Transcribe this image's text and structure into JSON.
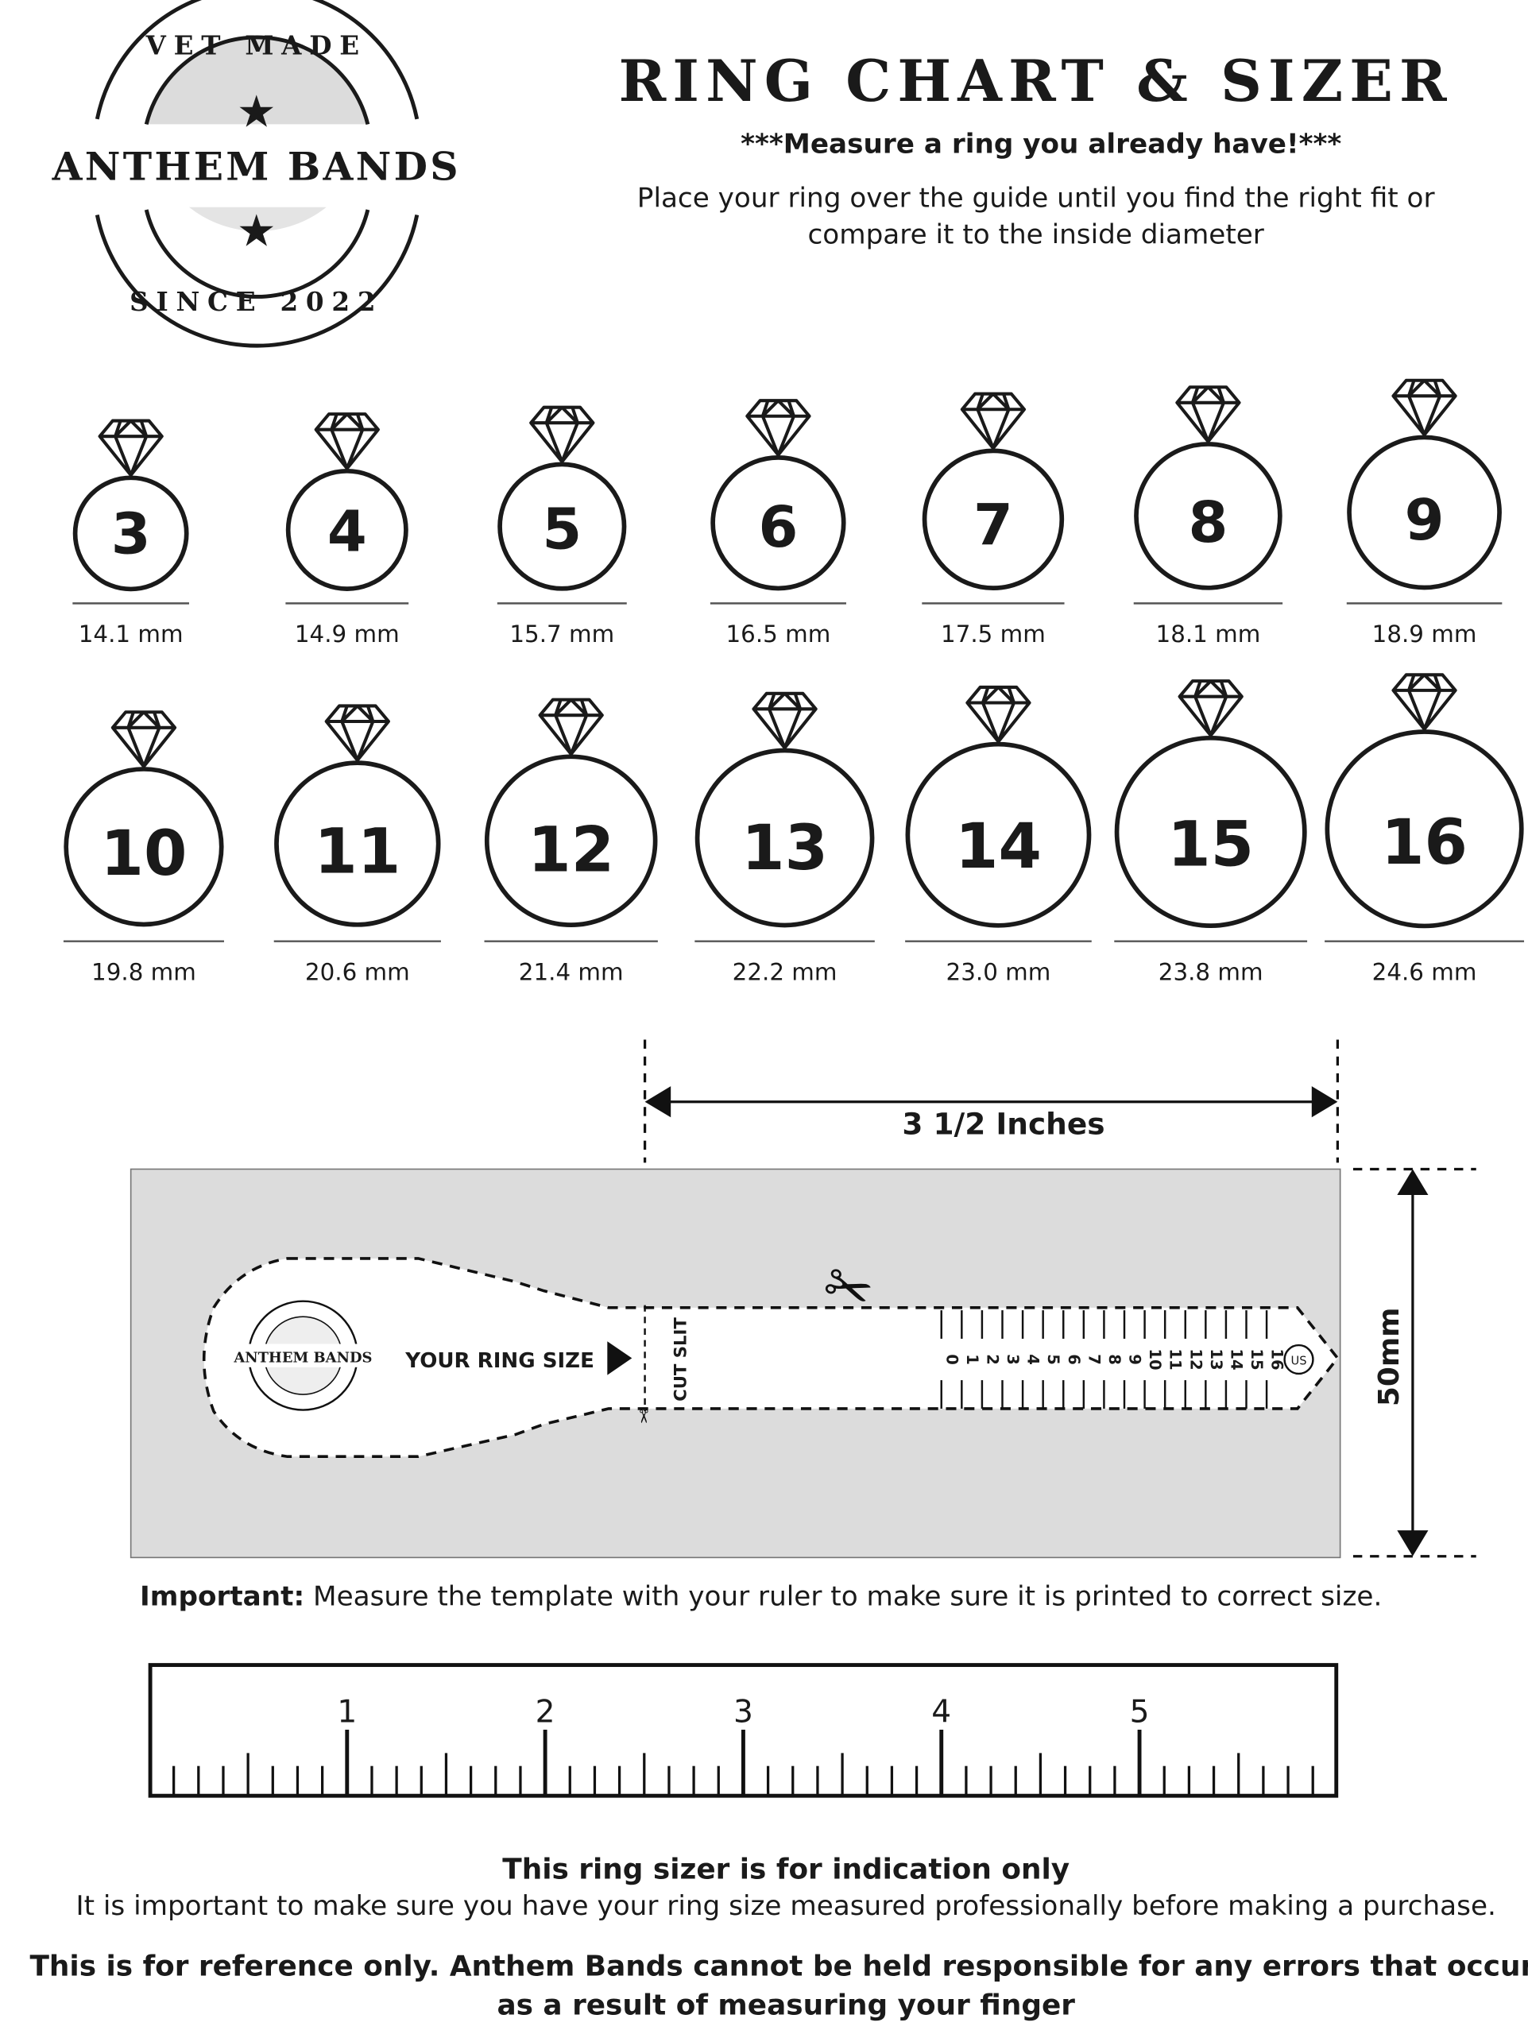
{
  "logo": {
    "top_text": "VET MADE",
    "name": "ANTHEM BANDS",
    "bottom_text": "SINCE 2022"
  },
  "header": {
    "title": "RING CHART & SIZER",
    "subtitle": "***Measure a ring you already have!***",
    "instruction_line1": "Place your ring over the guide until you find the right fit or",
    "instruction_line2": "compare it to the inside diameter"
  },
  "rings": [
    {
      "size": "3",
      "diameter": "14.1 mm"
    },
    {
      "size": "4",
      "diameter": "14.9 mm"
    },
    {
      "size": "5",
      "diameter": "15.7 mm"
    },
    {
      "size": "6",
      "diameter": "16.5 mm"
    },
    {
      "size": "7",
      "diameter": "17.5 mm"
    },
    {
      "size": "8",
      "diameter": "18.1 mm"
    },
    {
      "size": "9",
      "diameter": "18.9 mm"
    },
    {
      "size": "10",
      "diameter": "19.8 mm"
    },
    {
      "size": "11",
      "diameter": "20.6 mm"
    },
    {
      "size": "12",
      "diameter": "21.4 mm"
    },
    {
      "size": "13",
      "diameter": "22.2 mm"
    },
    {
      "size": "14",
      "diameter": "23.0 mm"
    },
    {
      "size": "15",
      "diameter": "23.8 mm"
    },
    {
      "size": "16",
      "diameter": "24.6 mm"
    }
  ],
  "sizer": {
    "width_label": "3 1/2 Inches",
    "height_label": "50mm",
    "your_ring_size": "YOUR RING SIZE",
    "cut_slit": "CUT SLIT",
    "us_badge": "US",
    "scale_numbers": [
      "0",
      "1",
      "2",
      "3",
      "4",
      "5",
      "6",
      "7",
      "8",
      "9",
      "10",
      "11",
      "12",
      "13",
      "14",
      "15",
      "16"
    ],
    "background_color": "#dcdcdc"
  },
  "important": {
    "label": "Important:",
    "text": " Measure the template with your ruler to make sure it is printed to correct size."
  },
  "ruler": {
    "labels": [
      "1",
      "2",
      "3",
      "4",
      "5"
    ]
  },
  "footer": {
    "heading": "This ring sizer is for indication only",
    "line": "It is important to make sure you have your ring size measured professionally before making a purchase.",
    "disclaimer1": "This is for reference only. Anthem Bands cannot be held responsible for any errors that occur",
    "disclaimer2": "as a result of measuring your finger"
  }
}
